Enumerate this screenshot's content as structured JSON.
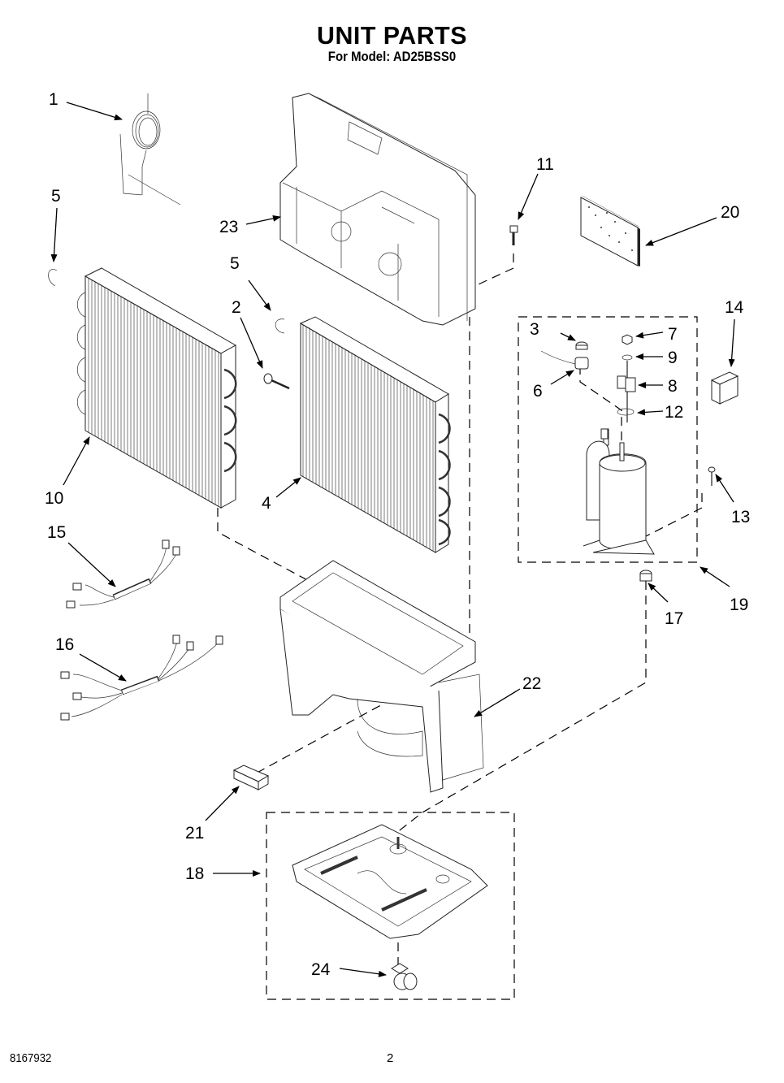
{
  "header": {
    "title": "UNIT PARTS",
    "subtitle": "For Model: AD25BSS0"
  },
  "footer": {
    "document_number": "8167932",
    "page_number": "2"
  },
  "callouts": [
    {
      "id": "c1",
      "label": "1"
    },
    {
      "id": "c5a",
      "label": "5"
    },
    {
      "id": "c23",
      "label": "23"
    },
    {
      "id": "c5b",
      "label": "5"
    },
    {
      "id": "c2",
      "label": "2"
    },
    {
      "id": "c11",
      "label": "11"
    },
    {
      "id": "c20",
      "label": "20"
    },
    {
      "id": "c14",
      "label": "14"
    },
    {
      "id": "c3",
      "label": "3"
    },
    {
      "id": "c7",
      "label": "7"
    },
    {
      "id": "c9",
      "label": "9"
    },
    {
      "id": "c6",
      "label": "6"
    },
    {
      "id": "c8",
      "label": "8"
    },
    {
      "id": "c12",
      "label": "12"
    },
    {
      "id": "c10",
      "label": "10"
    },
    {
      "id": "c4",
      "label": "4"
    },
    {
      "id": "c13",
      "label": "13"
    },
    {
      "id": "c15",
      "label": "15"
    },
    {
      "id": "c17",
      "label": "17"
    },
    {
      "id": "c19",
      "label": "19"
    },
    {
      "id": "c16",
      "label": "16"
    },
    {
      "id": "c22",
      "label": "22"
    },
    {
      "id": "c21",
      "label": "21"
    },
    {
      "id": "c18",
      "label": "18"
    },
    {
      "id": "c24",
      "label": "24"
    }
  ],
  "parts": [
    {
      "key": "capillary-tube",
      "callout": "1"
    },
    {
      "key": "screw",
      "callout": "2"
    },
    {
      "key": "grommet",
      "callout": "3"
    },
    {
      "key": "evaporator-coil",
      "callout": "4"
    },
    {
      "key": "clip",
      "callout": "5"
    },
    {
      "key": "overload-protector",
      "callout": "6"
    },
    {
      "key": "nut",
      "callout": "7"
    },
    {
      "key": "terminal-cover",
      "callout": "8"
    },
    {
      "key": "washer",
      "callout": "9"
    },
    {
      "key": "condenser-coil",
      "callout": "10"
    },
    {
      "key": "screw-11",
      "callout": "11"
    },
    {
      "key": "washer-12",
      "callout": "12"
    },
    {
      "key": "screw-13",
      "callout": "13"
    },
    {
      "key": "relay-box",
      "callout": "14"
    },
    {
      "key": "wire-harness-15",
      "callout": "15"
    },
    {
      "key": "wire-harness-16",
      "callout": "16"
    },
    {
      "key": "grommet-17",
      "callout": "17"
    },
    {
      "key": "base-pan",
      "callout": "18"
    },
    {
      "key": "compressor-assembly",
      "callout": "19"
    },
    {
      "key": "insulation-panel",
      "callout": "20"
    },
    {
      "key": "float-switch",
      "callout": "21"
    },
    {
      "key": "bottom-housing",
      "callout": "22"
    },
    {
      "key": "fan-shroud",
      "callout": "23"
    },
    {
      "key": "caster",
      "callout": "24"
    }
  ]
}
